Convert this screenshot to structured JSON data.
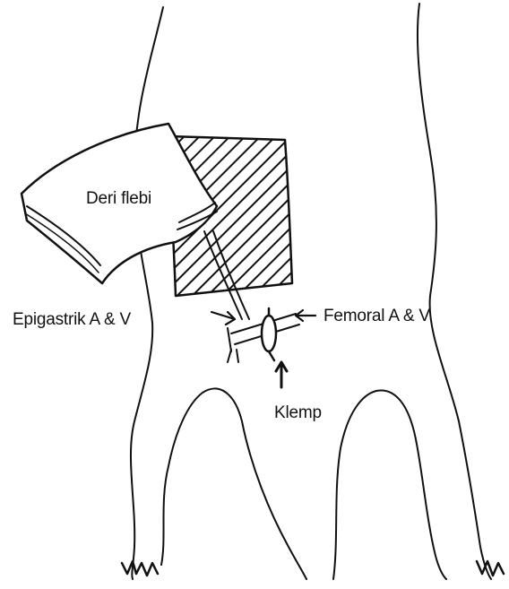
{
  "figure": {
    "labels": {
      "skin_flap": "Deri flebi",
      "epigastric_vessels": "Epigastrik A & V",
      "femoral_vessels": "Femoral A & V",
      "clamp": "Klemp"
    }
  },
  "colors": {
    "ink": "#111111",
    "background": "#ffffff"
  }
}
